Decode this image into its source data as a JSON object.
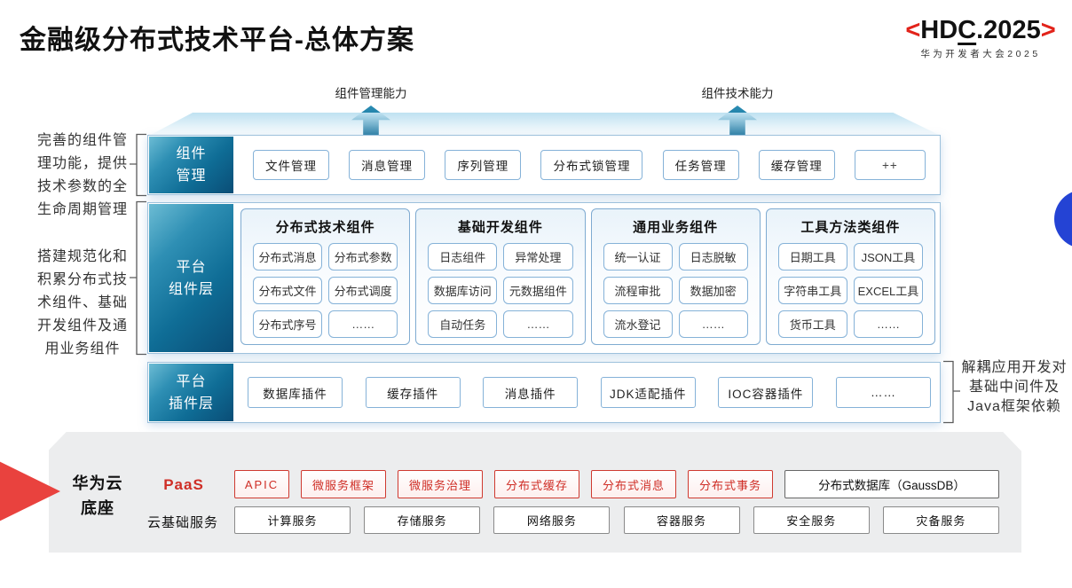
{
  "header": {
    "title": "金融级分布式技术平台-总体方案",
    "logo": {
      "left_bracket": "<",
      "text_hd": "HD",
      "text_c": "C",
      "text_rest": ".2025",
      "right_bracket": ">",
      "subtitle": "华为开发者大会2025"
    }
  },
  "arrows": [
    {
      "label": "组件管理能力"
    },
    {
      "label": "组件技术能力"
    }
  ],
  "annotations": {
    "left_top_lines": [
      "完善的组件管",
      "理功能，提供",
      "技术参数的全",
      "生命周期管理"
    ],
    "left_bottom_lines": [
      "搭建规范化和",
      "积累分布式技",
      "术组件、基础",
      "开发组件及通",
      "用业务组件"
    ],
    "right_lines": [
      "解耦应用开发对",
      "基础中间件及",
      "Java框架依赖"
    ]
  },
  "rows": {
    "component_management": {
      "label_lines": [
        "组件",
        "管理"
      ],
      "items": [
        "文件管理",
        "消息管理",
        "序列管理",
        "分布式锁管理",
        "任务管理",
        "缓存管理",
        "++"
      ]
    },
    "platform_components": {
      "label_lines": [
        "平台",
        "组件层"
      ],
      "groups": [
        {
          "title": "分布式技术组件",
          "items": [
            "分布式消息",
            "分布式参数",
            "分布式文件",
            "分布式调度",
            "分布式序号",
            "……"
          ]
        },
        {
          "title": "基础开发组件",
          "items": [
            "日志组件",
            "异常处理",
            "数据库访问",
            "元数据组件",
            "自动任务",
            "……"
          ]
        },
        {
          "title": "通用业务组件",
          "items": [
            "统一认证",
            "日志脱敏",
            "流程审批",
            "数据加密",
            "流水登记",
            "……"
          ]
        },
        {
          "title": "工具方法类组件",
          "items": [
            "日期工具",
            "JSON工具",
            "字符串工具",
            "EXCEL工具",
            "货币工具",
            "……"
          ]
        }
      ]
    },
    "platform_plugins": {
      "label_lines": [
        "平台",
        "插件层"
      ],
      "items": [
        "数据库插件",
        "缓存插件",
        "消息插件",
        "JDK适配插件",
        "IOC容器插件",
        "……"
      ]
    }
  },
  "cloud": {
    "base_label_lines": [
      "华为云",
      "底座"
    ],
    "paas": {
      "label": "PaaS",
      "highlight_items": [
        "APIC",
        "微服务框架",
        "微服务治理",
        "分布式缓存",
        "分布式消息",
        "分布式事务"
      ],
      "normal_item": "分布式数据库（GaussDB）"
    },
    "iaas": {
      "label": "云基础服务",
      "items": [
        "计算服务",
        "存储服务",
        "网络服务",
        "容器服务",
        "安全服务",
        "灾备服务"
      ]
    }
  },
  "colors": {
    "layer_teal_dark": "#0a4d76",
    "layer_teal_light": "#6cbcd4",
    "arrow_teal": "#0f6a94",
    "huawei_red": "#e2231a",
    "highlight_red": "#cf2e26",
    "panel_gray": "#ecedee",
    "circle_blue": "#2443d4",
    "border_blue": "#85b2d8"
  }
}
